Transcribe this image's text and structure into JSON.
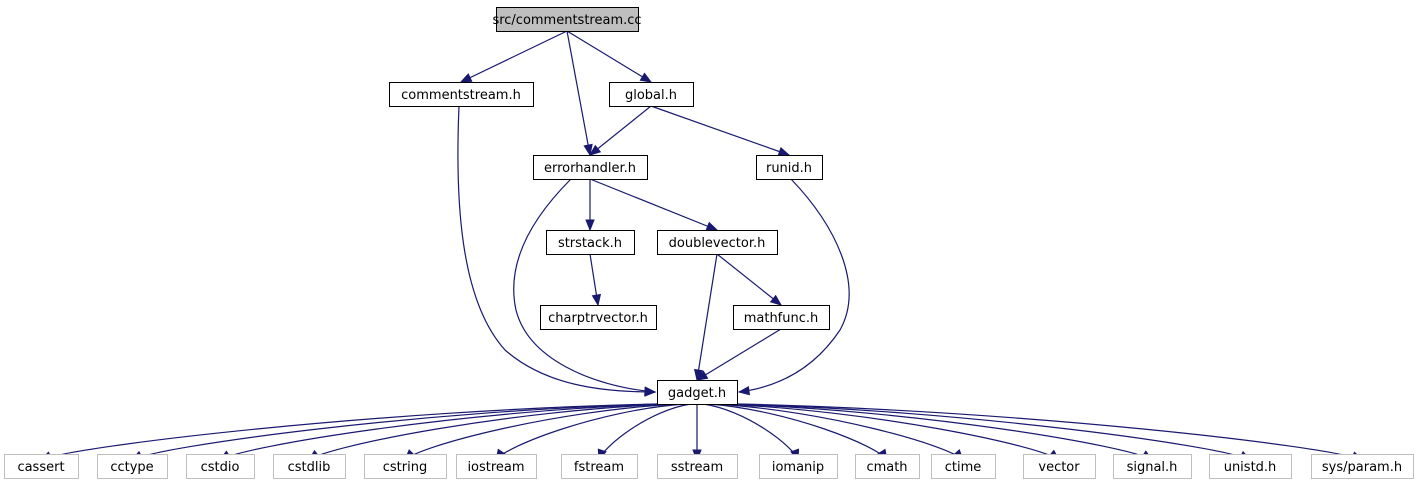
{
  "diagram": {
    "nodes": [
      {
        "id": "commentstream_cc",
        "label": "src/commentstream.cc",
        "kind": "root"
      },
      {
        "id": "commentstream_h",
        "label": "commentstream.h",
        "kind": "local"
      },
      {
        "id": "global_h",
        "label": "global.h",
        "kind": "local"
      },
      {
        "id": "errorhandler_h",
        "label": "errorhandler.h",
        "kind": "local"
      },
      {
        "id": "runid_h",
        "label": "runid.h",
        "kind": "local"
      },
      {
        "id": "strstack_h",
        "label": "strstack.h",
        "kind": "local"
      },
      {
        "id": "doublevector_h",
        "label": "doublevector.h",
        "kind": "local"
      },
      {
        "id": "charptrvector_h",
        "label": "charptrvector.h",
        "kind": "local"
      },
      {
        "id": "mathfunc_h",
        "label": "mathfunc.h",
        "kind": "local"
      },
      {
        "id": "gadget_h",
        "label": "gadget.h",
        "kind": "local"
      },
      {
        "id": "cassert",
        "label": "cassert",
        "kind": "system"
      },
      {
        "id": "cctype",
        "label": "cctype",
        "kind": "system"
      },
      {
        "id": "cstdio",
        "label": "cstdio",
        "kind": "system"
      },
      {
        "id": "cstdlib",
        "label": "cstdlib",
        "kind": "system"
      },
      {
        "id": "cstring",
        "label": "cstring",
        "kind": "system"
      },
      {
        "id": "iostream",
        "label": "iostream",
        "kind": "system"
      },
      {
        "id": "fstream",
        "label": "fstream",
        "kind": "system"
      },
      {
        "id": "sstream",
        "label": "sstream",
        "kind": "system"
      },
      {
        "id": "iomanip",
        "label": "iomanip",
        "kind": "system"
      },
      {
        "id": "cmath",
        "label": "cmath",
        "kind": "system"
      },
      {
        "id": "ctime",
        "label": "ctime",
        "kind": "system"
      },
      {
        "id": "vector",
        "label": "vector",
        "kind": "system"
      },
      {
        "id": "signal_h",
        "label": "signal.h",
        "kind": "system"
      },
      {
        "id": "unistd_h",
        "label": "unistd.h",
        "kind": "system"
      },
      {
        "id": "sys_param_h",
        "label": "sys/param.h",
        "kind": "system"
      }
    ],
    "edges": [
      {
        "from": "commentstream_cc",
        "to": "commentstream_h"
      },
      {
        "from": "commentstream_cc",
        "to": "errorhandler_h"
      },
      {
        "from": "commentstream_cc",
        "to": "global_h"
      },
      {
        "from": "commentstream_h",
        "to": "gadget_h"
      },
      {
        "from": "global_h",
        "to": "errorhandler_h"
      },
      {
        "from": "global_h",
        "to": "runid_h"
      },
      {
        "from": "errorhandler_h",
        "to": "strstack_h"
      },
      {
        "from": "errorhandler_h",
        "to": "doublevector_h"
      },
      {
        "from": "errorhandler_h",
        "to": "gadget_h"
      },
      {
        "from": "runid_h",
        "to": "gadget_h"
      },
      {
        "from": "strstack_h",
        "to": "charptrvector_h"
      },
      {
        "from": "doublevector_h",
        "to": "mathfunc_h"
      },
      {
        "from": "doublevector_h",
        "to": "gadget_h"
      },
      {
        "from": "mathfunc_h",
        "to": "gadget_h"
      },
      {
        "from": "gadget_h",
        "to": "cassert"
      },
      {
        "from": "gadget_h",
        "to": "cctype"
      },
      {
        "from": "gadget_h",
        "to": "cstdio"
      },
      {
        "from": "gadget_h",
        "to": "cstdlib"
      },
      {
        "from": "gadget_h",
        "to": "cstring"
      },
      {
        "from": "gadget_h",
        "to": "iostream"
      },
      {
        "from": "gadget_h",
        "to": "fstream"
      },
      {
        "from": "gadget_h",
        "to": "sstream"
      },
      {
        "from": "gadget_h",
        "to": "iomanip"
      },
      {
        "from": "gadget_h",
        "to": "cmath"
      },
      {
        "from": "gadget_h",
        "to": "ctime"
      },
      {
        "from": "gadget_h",
        "to": "vector"
      },
      {
        "from": "gadget_h",
        "to": "signal_h"
      },
      {
        "from": "gadget_h",
        "to": "unistd_h"
      },
      {
        "from": "gadget_h",
        "to": "sys_param_h"
      }
    ],
    "colors": {
      "edge": "#191970",
      "root_fill": "#bfbfbf",
      "local_border": "#000000",
      "system_border": "#bfbfbf"
    }
  }
}
